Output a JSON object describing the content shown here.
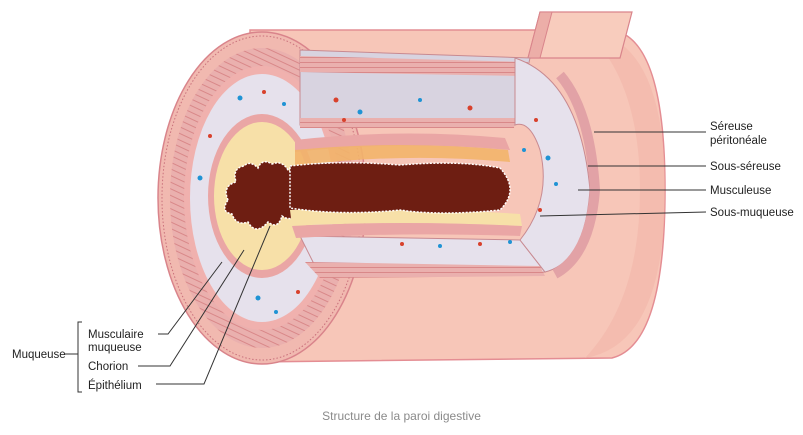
{
  "labels": {
    "sereuse_line1": "Séreuse",
    "sereuse_line2": "péritonéale",
    "sous_sereuse": "Sous-séreuse",
    "musculeuse": "Musculeuse",
    "sous_muqueuse": "Sous-muqueuse",
    "muqueuse": "Muqueuse",
    "musculaire_line1": "Musculaire",
    "musculaire_line2": "muqueuse",
    "chorion": "Chorion",
    "epithelium": "Épithélium"
  },
  "caption": "Structure de la paroi digestive",
  "colors": {
    "outer_tube": "#f7c6b8",
    "outer_tube_dark": "#eeaa9a",
    "serosa_edge": "#e2899a",
    "muscle": "#e9a7a6",
    "submucosa": "#e6e1ec",
    "chorion": "#f7e0a8",
    "epithelium": "#ffffff",
    "lumen": "#6e1e12",
    "dot_red": "#d8412c",
    "dot_blue": "#1f93d4"
  }
}
